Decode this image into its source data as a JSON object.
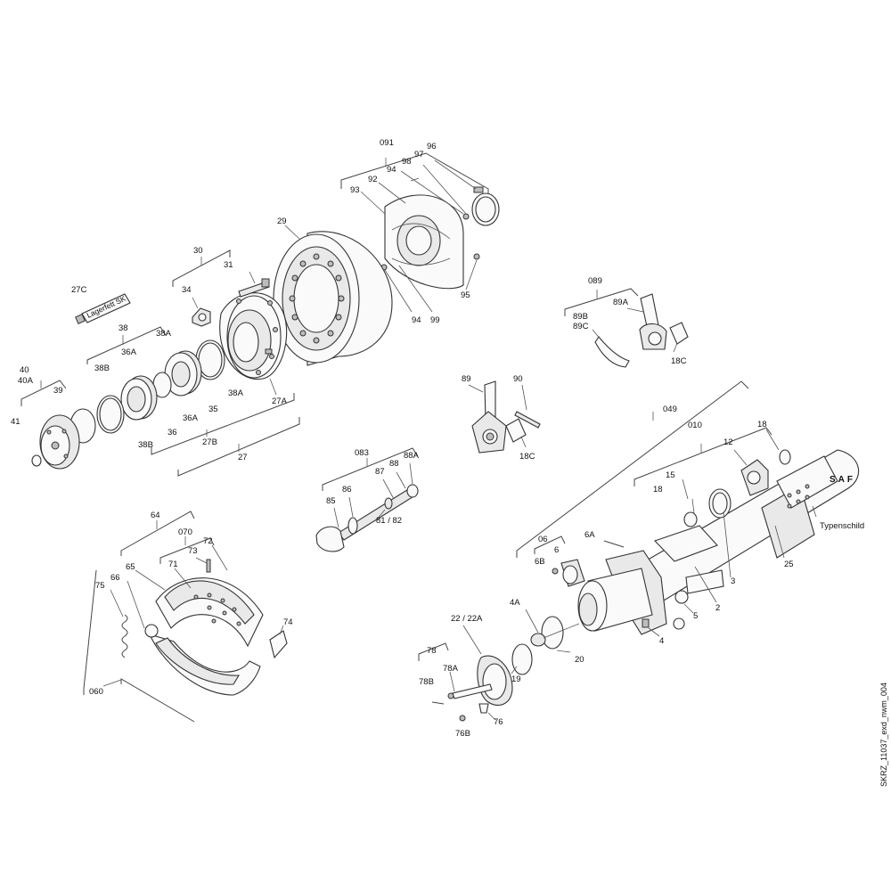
{
  "labels": {
    "l091": "091",
    "l96": "96",
    "l97": "97",
    "l98": "98",
    "l94a": "94",
    "l92": "92",
    "l93": "93",
    "l95": "95",
    "l94b": "94",
    "l99": "99",
    "l29": "29",
    "l30": "30",
    "l31": "31",
    "l34": "34",
    "l27c": "27C",
    "lagerfett": "Lagerfett SK",
    "l38": "38",
    "l38a1": "38A",
    "l36a1": "36A",
    "l38b1": "38B",
    "l40": "40",
    "l40a": "40A",
    "l39": "39",
    "l41": "41",
    "l38a2": "38A",
    "l36a2": "36A",
    "l36": "36",
    "l35": "35",
    "l38b2": "38B",
    "l27b": "27B",
    "l27a": "27A",
    "l27": "27",
    "l089": "089",
    "l89a": "89A",
    "l89b": "89B",
    "l89c": "89C",
    "l18c1": "18C",
    "l89": "89",
    "l90": "90",
    "l18c2": "18C",
    "l083": "083",
    "l88a": "88A",
    "l88": "88",
    "l87": "87",
    "l86": "86",
    "l85": "85",
    "l8182": "81 / 82",
    "l049": "049",
    "l010": "010",
    "l18a": "18",
    "l12": "12",
    "l15": "15",
    "l18b": "18",
    "saf": "SAF",
    "typenschild": "Typenschild",
    "l25": "25",
    "l3": "3",
    "l06": "06",
    "l6a": "6A",
    "l6": "6",
    "l6b": "6B",
    "l2": "2",
    "l5": "5",
    "l4": "4",
    "l4a": "4A",
    "l2222a": "22 / 22A",
    "l20": "20",
    "l19": "19",
    "l78": "78",
    "l78a": "78A",
    "l78b": "78B",
    "l76": "76",
    "l76b": "76B",
    "l64": "64",
    "l070": "070",
    "l73": "73",
    "l72": "72",
    "l71": "71",
    "l65": "65",
    "l66": "66",
    "l75": "75",
    "l74": "74",
    "l060": "060",
    "drawingid": "SKRZ_11037_exd_nwm_004"
  }
}
